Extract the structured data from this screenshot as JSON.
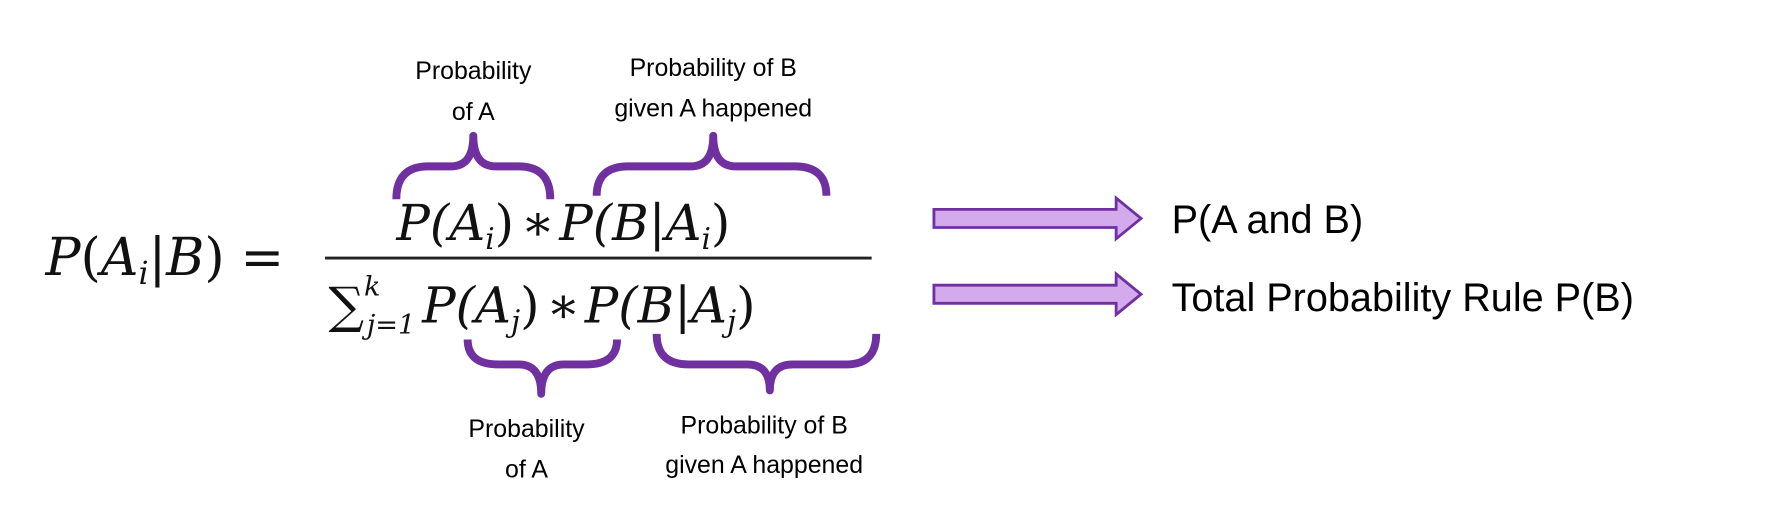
{
  "colors": {
    "accent": "#7030A0",
    "arrow_fill": "#D3AAEB",
    "text": "#000000"
  },
  "formula": {
    "lhs": {
      "P": "P",
      "open": "(",
      "A": "A",
      "sub": "i",
      "bar": "|",
      "B": "B",
      "close": ")",
      "eq": "="
    },
    "numerator": {
      "p1": "P(A",
      "sub1": "i",
      "c1": ")",
      "star": "∗",
      "p2": "P(B|A",
      "sub2": "i",
      "c2": ")"
    },
    "denominator": {
      "sigma": "∑",
      "sup": "k",
      "sub": "j=1",
      "p1": "P(A",
      "sub1": "j",
      "c1": ")",
      "star": "∗",
      "p2": "P(B|A",
      "sub2": "j",
      "c2": ")"
    }
  },
  "labels": {
    "top_a": [
      "Probability",
      "of A"
    ],
    "top_b": [
      "Probability of B",
      "given A happened"
    ],
    "bottom_a": [
      "Probability",
      "of A"
    ],
    "bottom_b": [
      "Probability of B",
      "given A happened"
    ]
  },
  "results": {
    "numerator": "P(A and B)",
    "denominator": "Total Probability Rule P(B)"
  }
}
